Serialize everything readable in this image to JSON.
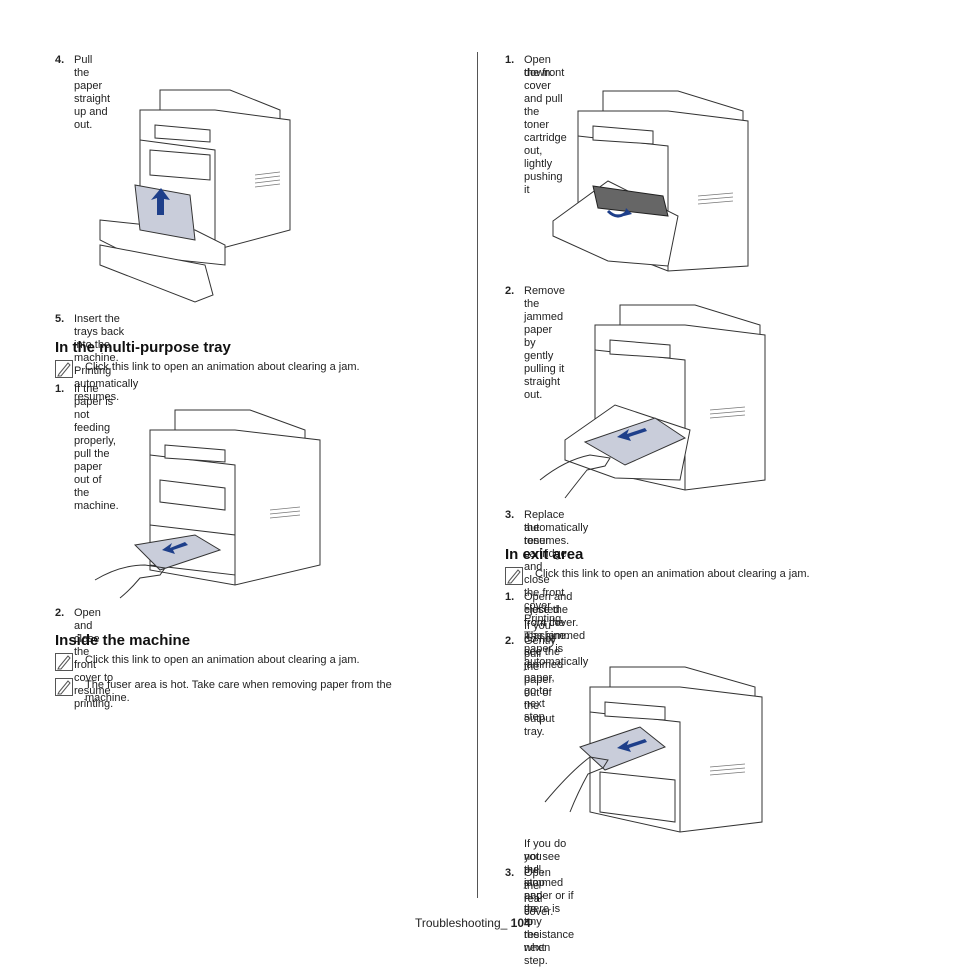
{
  "left": {
    "step4": {
      "num": "4.",
      "text": "Pull the paper straight up and out."
    },
    "step5": {
      "num": "5.",
      "text": "Insert the trays back into the machine. Printing automatically resumes."
    },
    "heading_mpt": "In the multi-purpose tray",
    "note_mpt": "Click this link to open an animation about clearing a jam.",
    "mpt_step1": {
      "num": "1.",
      "text": "If the paper is not feeding properly, pull the paper out of the machine."
    },
    "mpt_step2": {
      "num": "2.",
      "text": "Open and close the front cover to resume printing."
    },
    "heading_inside": "Inside the machine",
    "note_inside1": "Click this link to open an animation about clearing a jam.",
    "note_inside2_l1": "The fuser area is hot. Take care when removing paper from the",
    "note_inside2_l2": "machine."
  },
  "right": {
    "step1": {
      "num": "1.",
      "l1": "Open the front cover and pull the toner cartridge out, lightly pushing it",
      "l2": "down."
    },
    "step2": {
      "num": "2.",
      "text": "Remove the jammed paper by gently pulling it straight out."
    },
    "step3": {
      "num": "3.",
      "l1": "Replace the toner cartridge and close the front cover. Printing",
      "l2": "automatically resumes."
    },
    "heading_exit": "In exit area",
    "note_exit": "Click this link to open an animation about clearing a jam.",
    "exit_step1": {
      "num": "1.",
      "l1": "Open and close the front cover. The jammed paper is automatically",
      "l2": "ejected from the machine."
    },
    "exit_step1_extra": "If you do not see the jammed paper, go to next step.",
    "exit_step2": {
      "num": "2.",
      "text": "Gently pull the paper out of the output tray."
    },
    "resist_l1": "If you do not see the jammed paper or if there is any resistance when",
    "resist_l2": "you pull, stop and go to the next step.",
    "step3b": {
      "num": "3.",
      "text": "Open the rear cover."
    }
  },
  "footer": {
    "label": "Troubleshooting_",
    "page": "104"
  }
}
